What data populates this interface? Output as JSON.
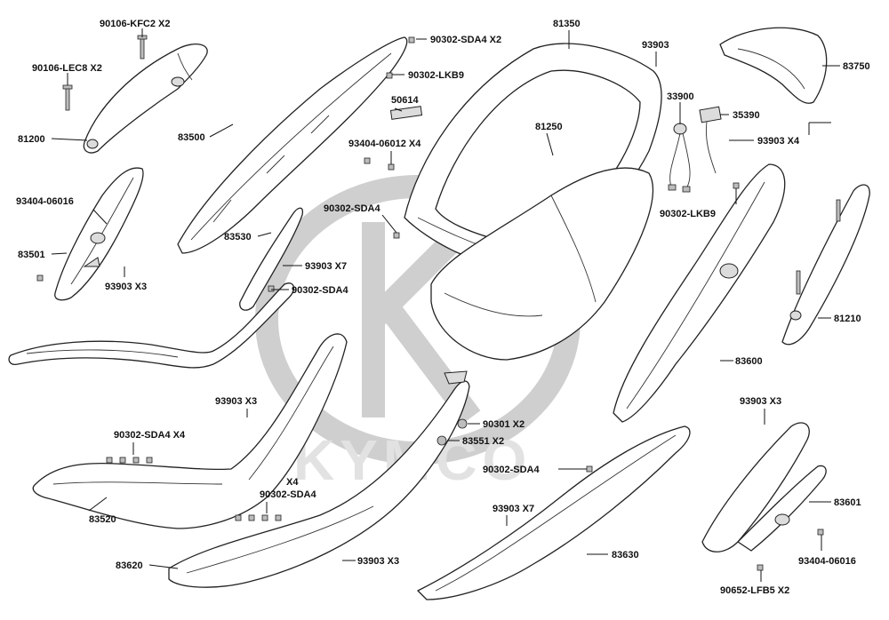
{
  "watermark": {
    "brand": "KYMCO"
  },
  "labels": {
    "p90106_kfc2": "90106-KFC2 X2",
    "p90106_lec8": "90106-LEC8 X2",
    "p81200": "81200",
    "p83500": "83500",
    "p90302_sda4_x2": "90302-SDA4 X2",
    "p90302_lkb9_top": "90302-LKB9",
    "p50614": "50614",
    "p93404_06012": "93404-06012 X4",
    "p81350": "81350",
    "p81250": "81250",
    "p93903_top": "93903",
    "p33900": "33900",
    "p35390": "35390",
    "p83750": "83750",
    "p93903_x4": "93903  X4",
    "p93404_06016_left": "93404-06016",
    "p83501": "83501",
    "p93903_x3_left": "93903   X3",
    "p83530": "83530",
    "p90302_sda4_mid": "90302-SDA4",
    "p93903_x7_mid": "93903 X7",
    "p90302_sda4_mid2": "90302-SDA4",
    "p90302_lkb9_right": "90302-LKB9",
    "p81210": "81210",
    "p83600": "83600",
    "p93903_x3_mid": "93903  X3",
    "p90302_sda4_x4": "90302-SDA4 X4",
    "p83520": "83520",
    "p90301": "90301 X2",
    "p83551": "83551 X2",
    "p90302_sda4_right": "90302-SDA4",
    "p93903_x3_right": "93903 X3",
    "p83601": "83601",
    "p90302_sda4_low_x4": "X4",
    "p90302_sda4_low": "90302-SDA4",
    "p93903_x7_low": "93903  X7",
    "p83630": "83630",
    "p83620": "83620",
    "p93903_x3_low": "93903  X3",
    "p93404_06016_right": "93404-06016",
    "p90652": "90652-LFB5 X2"
  }
}
